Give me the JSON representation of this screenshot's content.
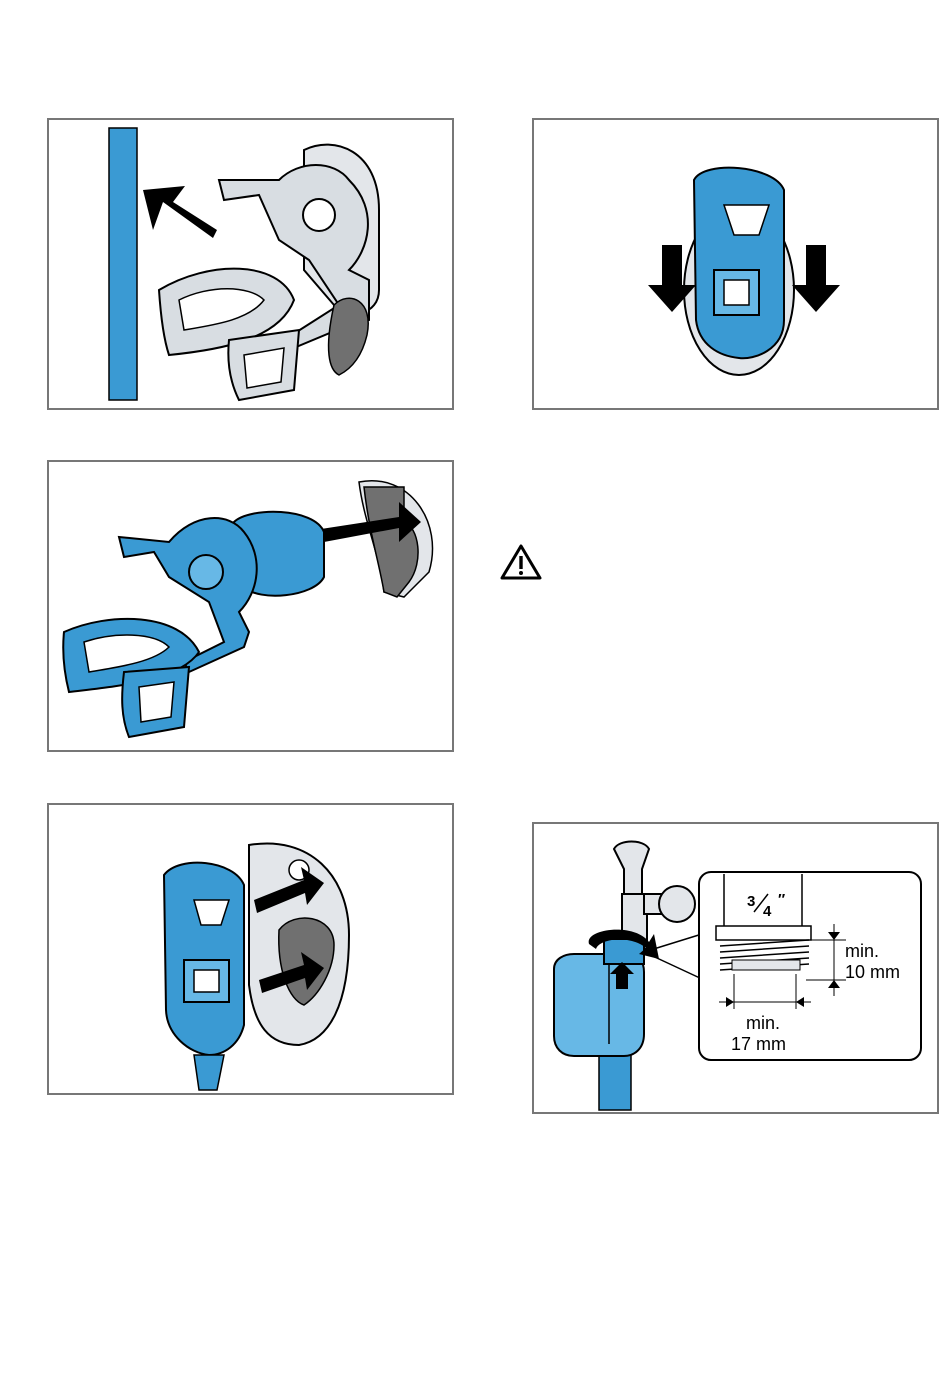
{
  "figure_5": {
    "fraction": "3/4″",
    "fraction_num": "3",
    "fraction_den": "4",
    "fraction_mark": "″",
    "height_label_line1": "min.",
    "height_label_line2": "10 mm",
    "width_label_line1": "min.",
    "width_label_line2": "17 mm"
  },
  "icons": {
    "warning": "warning-triangle-icon"
  },
  "colors": {
    "part_blue": "#3a9ad3",
    "part_blue_light": "#67b8e6",
    "part_grey": "#d8dde2",
    "hole_grey": "#707070",
    "arrow": "#000000",
    "panel_border": "#777777"
  }
}
